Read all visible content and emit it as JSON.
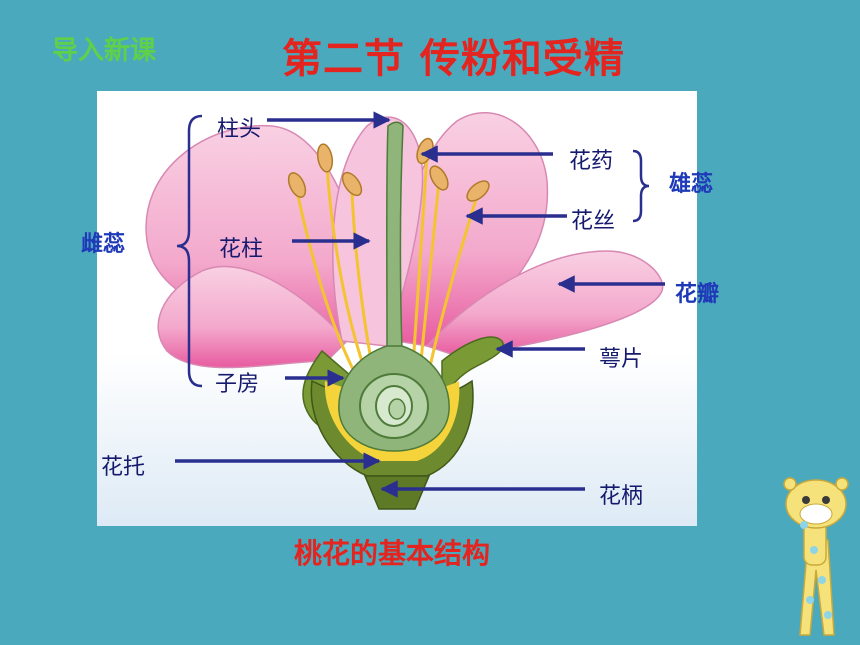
{
  "slide": {
    "tag": "导入新课",
    "title": "第二节  传粉和受精",
    "caption": "桃花的基本结构"
  },
  "labels": {
    "stigma": "柱头",
    "style": "花柱",
    "ovary": "子房",
    "pistil": "雌蕊",
    "anther": "花药",
    "filament": "花丝",
    "stamen": "雄蕊",
    "petal": "花瓣",
    "sepal": "萼片",
    "receptacle": "花托",
    "pedicel": "花柄"
  },
  "colors": {
    "background": "#4BA9BE",
    "title": "#E3241F",
    "tag": "#5FD04A",
    "arrow": "#2A2F8F",
    "petal": "#F4B8D4",
    "pistil": "#8FB57A",
    "sepal": "#6E8A2E"
  }
}
